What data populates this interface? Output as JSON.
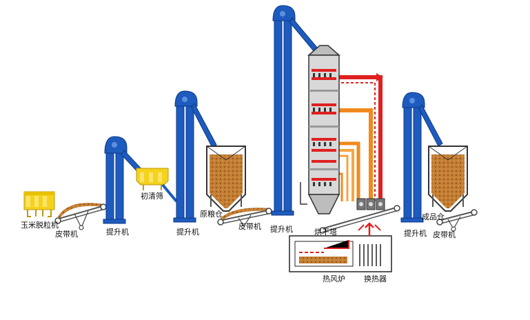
{
  "labels": {
    "sheller": "玉米脱粒机",
    "belt1": "皮带机",
    "elevator1": "提升机",
    "prescreen": "初清筛",
    "elevator2": "提升机",
    "raw_bin": "原粮仓",
    "belt2": "皮带机",
    "elevator3": "提升机",
    "dryer_tower": "烘干塔",
    "hot_air_furnace": "热风炉",
    "heat_exchanger": "换热器",
    "elevator4": "提升机",
    "product_bin": "成品仓",
    "belt3": "皮带机"
  },
  "colors": {
    "elevator_blue": "#1e5bbf",
    "hopper_yellow": "#f5d21c",
    "grain_brown": "#b8742c",
    "hot_red": "#e02020",
    "warm_orange": "#f08a1c",
    "dryer_gray": "#d8d8d8",
    "machine_gray": "#777777"
  }
}
